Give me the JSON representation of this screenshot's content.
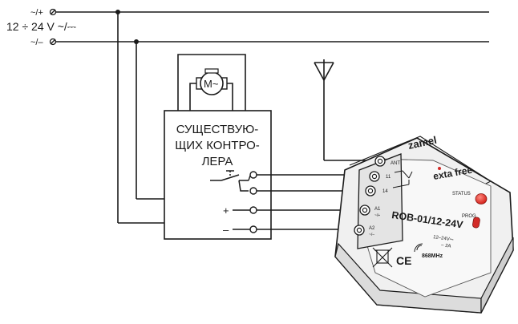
{
  "supply": {
    "line_plus": "~/+",
    "line_minus": "~/–",
    "voltage": "12 ÷ 24 V ~/⎓"
  },
  "motor": {
    "label": "M~"
  },
  "controller": {
    "title_line1": "СУЩЕСТВУЮ-",
    "title_line2": "ЩИХ КОНТРО-",
    "title_line3": "ЛЕРА",
    "terminal_plus": "+",
    "terminal_minus": "–"
  },
  "module": {
    "brand": "zamel",
    "system": "exta free",
    "status_label": "STATUS",
    "prog_label": "PROG",
    "model": "ROB-01/12-24V",
    "rating_voltage": "12–24V⎓",
    "rating_current": "– 2A",
    "frequency": "868MHz",
    "ce_mark": "CE",
    "terminal_ant": "ANT",
    "terminal_11": "11",
    "terminal_14": "14",
    "terminal_a1": "A1",
    "terminal_a2": "A2",
    "terminal_a1_sign": "~/+",
    "terminal_a2_sign": "~/–"
  },
  "colors": {
    "line": "#1a1a1a",
    "module_body": "#f3f3f3",
    "led": "#e0312b",
    "brand_red": "#d22b27"
  }
}
